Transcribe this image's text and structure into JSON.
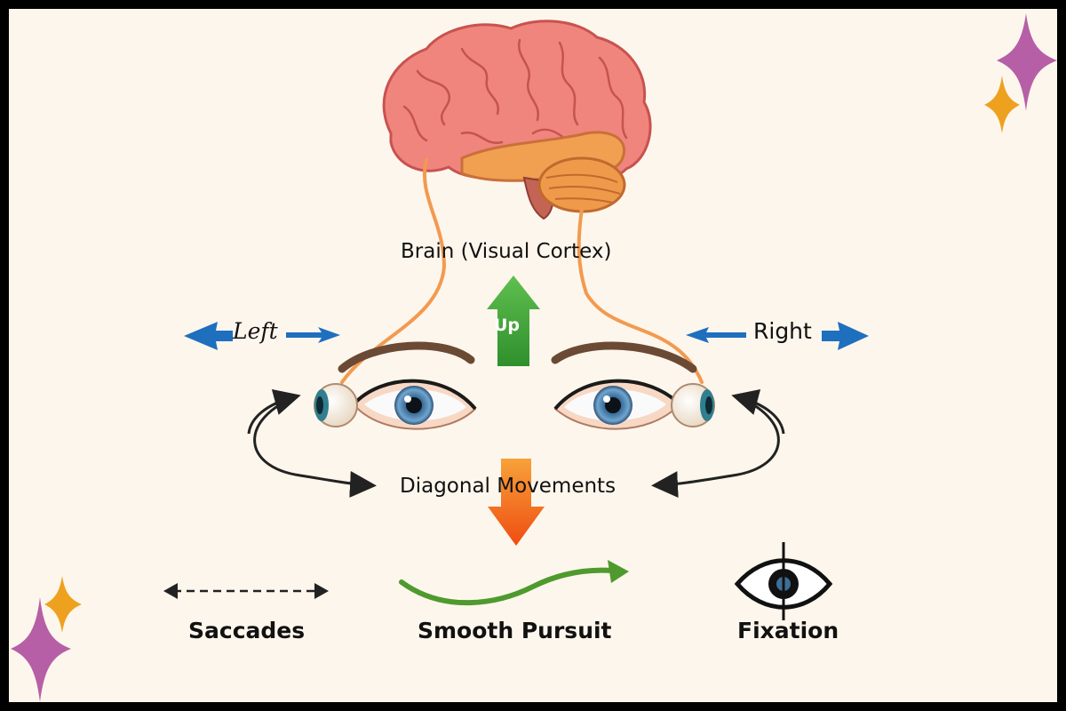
{
  "labels": {
    "brain": "Brain (Visual Cortex)",
    "left": "Left",
    "right": "Right",
    "up": "Up",
    "diagonal": "Diagonal Movements",
    "saccades": "Saccades",
    "smooth_pursuit": "Smooth Pursuit",
    "fixation": "Fixation"
  },
  "icons": [
    "brain-icon",
    "left-eye-icon",
    "right-eye-icon",
    "eyeball-icon",
    "fixation-eye-icon",
    "sparkle-icon"
  ],
  "colors": {
    "background": "#fdf6ec",
    "border": "#000000",
    "brain_pink": "#f08a84",
    "brain_orange": "#f0a050",
    "nerve": "#f29a50",
    "blue_arrow": "#1f6fbf",
    "green_arrow": "#3a9e35",
    "orange_arrow": "#f26a1b",
    "smooth_green": "#4f9a2e",
    "sparkle_purple": "#b65fa6",
    "sparkle_gold": "#eea11f",
    "iris": "#4a83b5"
  }
}
